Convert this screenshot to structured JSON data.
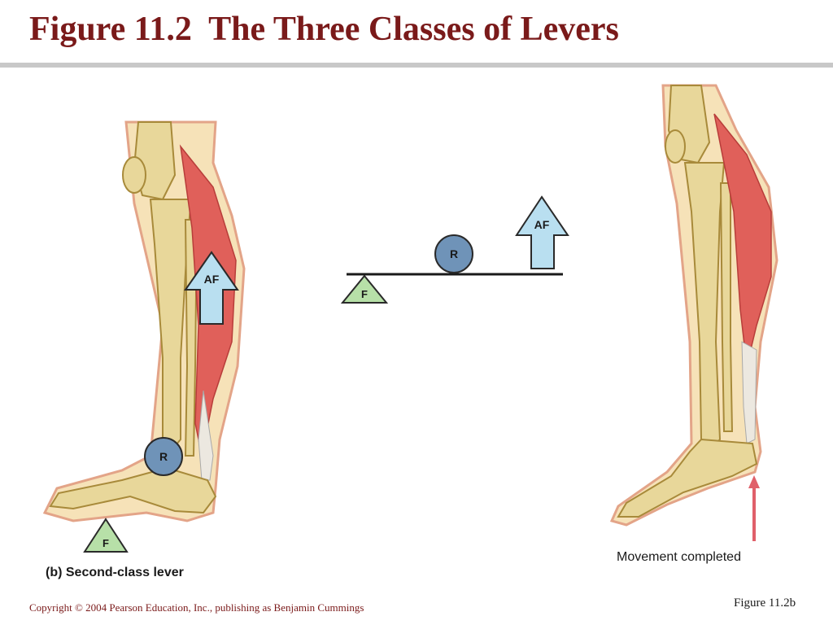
{
  "title": "Figure 11.2  The Three Classes of Levers",
  "labels": {
    "effort": "AF",
    "resistance": "R",
    "fulcrum": "F"
  },
  "caption_left": "(b) Second-class lever",
  "caption_right": "Movement completed",
  "copyright": "Copyright © 2004 Pearson Education, Inc., publishing as Benjamin Cummings",
  "figure_ref": "Figure 11.2b",
  "colors": {
    "title": "#7a1a1a",
    "bone": "#e8d79a",
    "muscle": "#e0605a",
    "skin": "#f6e2b8",
    "effort_arrow": "#b9dff0",
    "resistance_circle": "#6f93b8",
    "fulcrum_triangle": "#b7e0a8",
    "movement_arrow": "#e0606a"
  }
}
